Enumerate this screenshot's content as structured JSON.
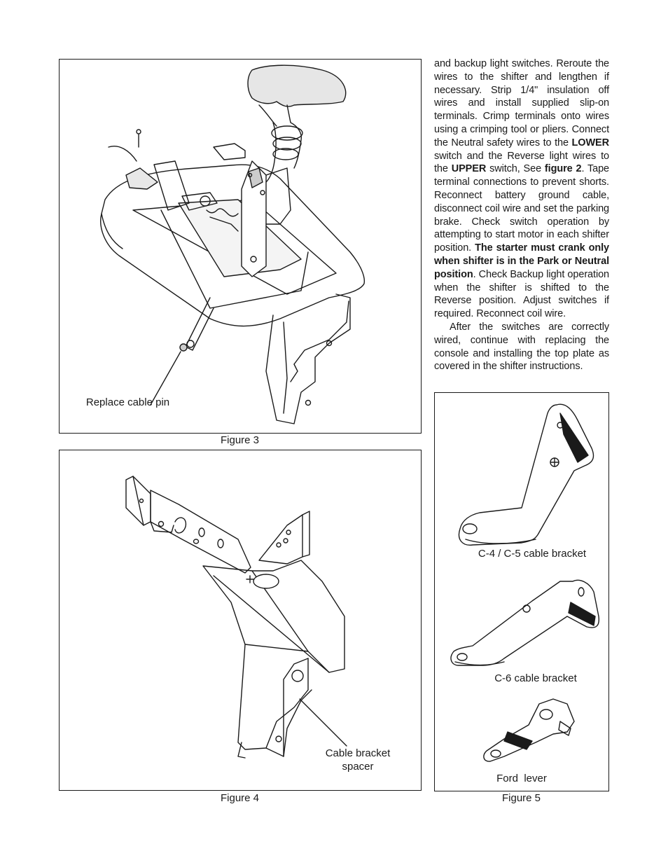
{
  "text": {
    "p1_a": "and backup light switches. Reroute the wires to the shifter and lengthen if necessary. Strip 1/4\" insulation off wires and install supplied slip-on terminals. Crimp terminals onto wires using a crimping tool or pliers. Connect the Neutral safety wires to the ",
    "p1_lower": "LOWER",
    "p1_b": " switch and the Reverse light wires to the ",
    "p1_upper": "UPPER",
    "p1_c": " switch, See ",
    "p1_fig": "figure 2",
    "p1_d": ". Tape terminal connections to prevent shorts. Reconnect battery ground cable, disconnect coil wire and set the parking brake. Check switch operation by attempting to start motor in each shifter position. ",
    "p1_bold": "The starter must crank only when shifter is in the Park or Neutral position",
    "p1_e": ". Check Backup light operation when the shifter is shifted to the Reverse position. Adjust switches if required. Reconnect coil wire.",
    "p2": "After the switches are correctly wired, continue with replacing the console and installing the top plate as covered in the shifter instructions."
  },
  "figure3": {
    "caption": "Figure 3",
    "callout": "Replace cable pin"
  },
  "figure4": {
    "caption": "Figure 4",
    "callout_line1": "Cable bracket",
    "callout_line2": "spacer"
  },
  "figure5": {
    "caption": "Figure 5",
    "label_c4": "C-4 / C-5 cable bracket",
    "label_c6": "C-6 cable bracket",
    "label_ford": "Ford  lever"
  }
}
